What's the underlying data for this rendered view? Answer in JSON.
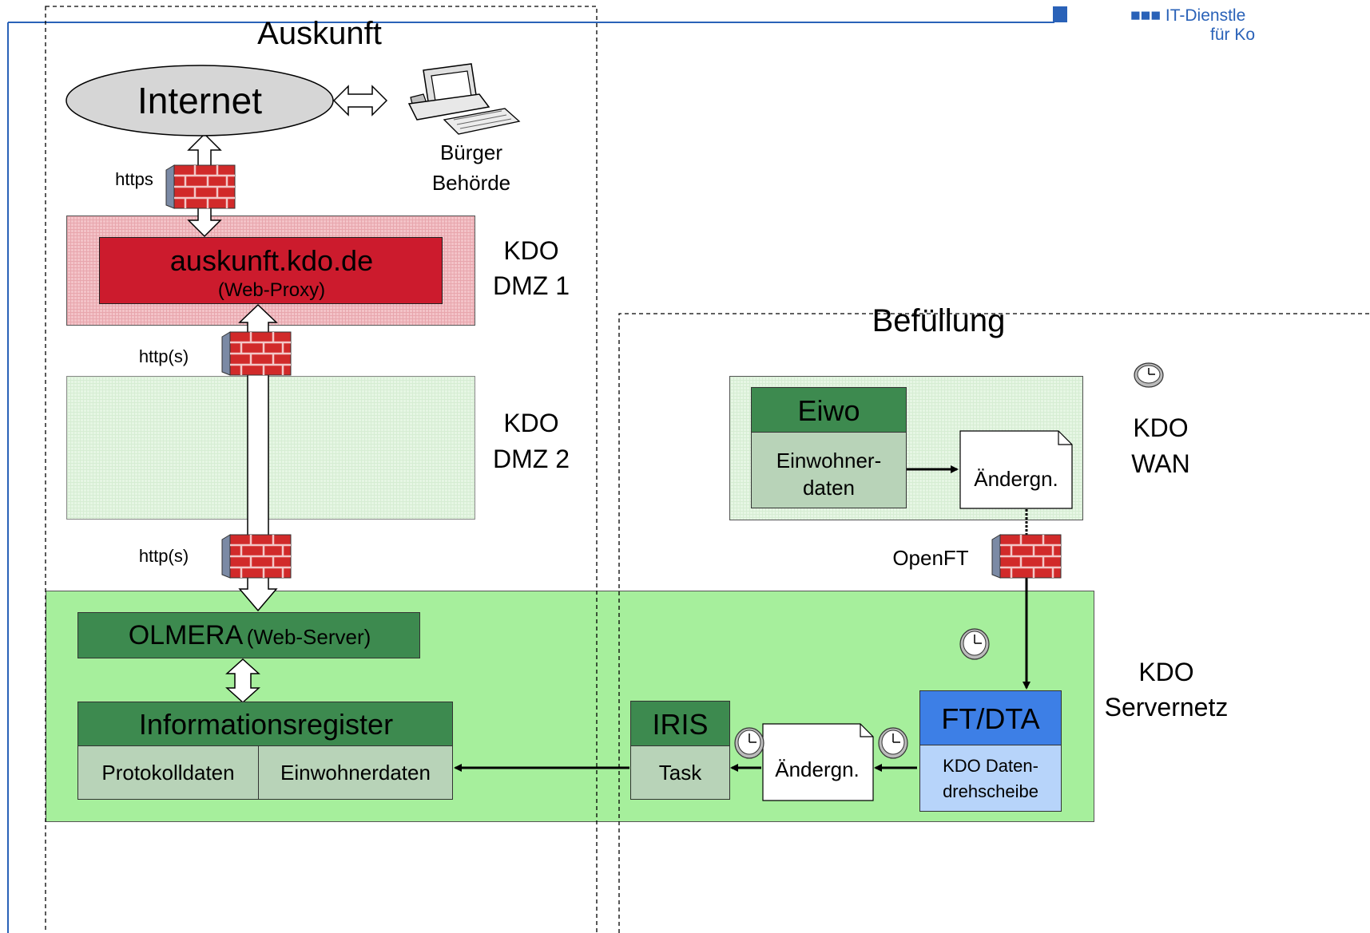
{
  "header": {
    "logo_line1": "■■■ IT-Dienstle",
    "logo_line2": "für Ko"
  },
  "zones": {
    "auskunft_title": "Auskunft",
    "befuellung_title": "Befüllung"
  },
  "internet": {
    "label": "Internet"
  },
  "user": {
    "line1": "Bürger",
    "line2": "Behörde"
  },
  "proxy": {
    "title": "auskunft.kdo.de",
    "subtitle": "(Web-Proxy)"
  },
  "protocols": {
    "https": "https",
    "http_upper": "http(s)",
    "http_lower": "http(s)",
    "openft": "OpenFT"
  },
  "network_labels": {
    "dmz1_line1": "KDO",
    "dmz1_line2": "DMZ 1",
    "dmz2_line1": "KDO",
    "dmz2_line2": "DMZ 2",
    "wan_line1": "KDO",
    "wan_line2": "WAN",
    "servernetz_line1": "KDO",
    "servernetz_line2": "Servernetz"
  },
  "olmera": {
    "name": "OLMERA",
    "suffix": "(Web-Server)"
  },
  "register": {
    "title": "Informationsregister",
    "cell_left": "Protokolldaten",
    "cell_right": "Einwohnerdaten"
  },
  "eiwo": {
    "title": "Eiwo",
    "line1": "Einwohner-",
    "line2": "daten"
  },
  "changes_top": "Ändergn.",
  "changes_bottom": "Ändergn.",
  "ftdta": {
    "title": "FT/DTA",
    "line1": "KDO Daten-",
    "line2": "drehscheibe"
  },
  "iris": {
    "title": "IRIS",
    "task": "Task"
  },
  "colors": {
    "header_green": "#3d8a4f",
    "cell_green": "#b8d3b8",
    "servernetz_bg": "#a6ef9c",
    "dmz2_bg": "#e6f6e4",
    "dmz1_bg": "#f3c3c8",
    "proxy_red": "#cc1b2d",
    "ftdta_blue": "#3d7fe6",
    "ftdta_light": "#b7d4fa",
    "logo_blue": "#2a62b8"
  }
}
